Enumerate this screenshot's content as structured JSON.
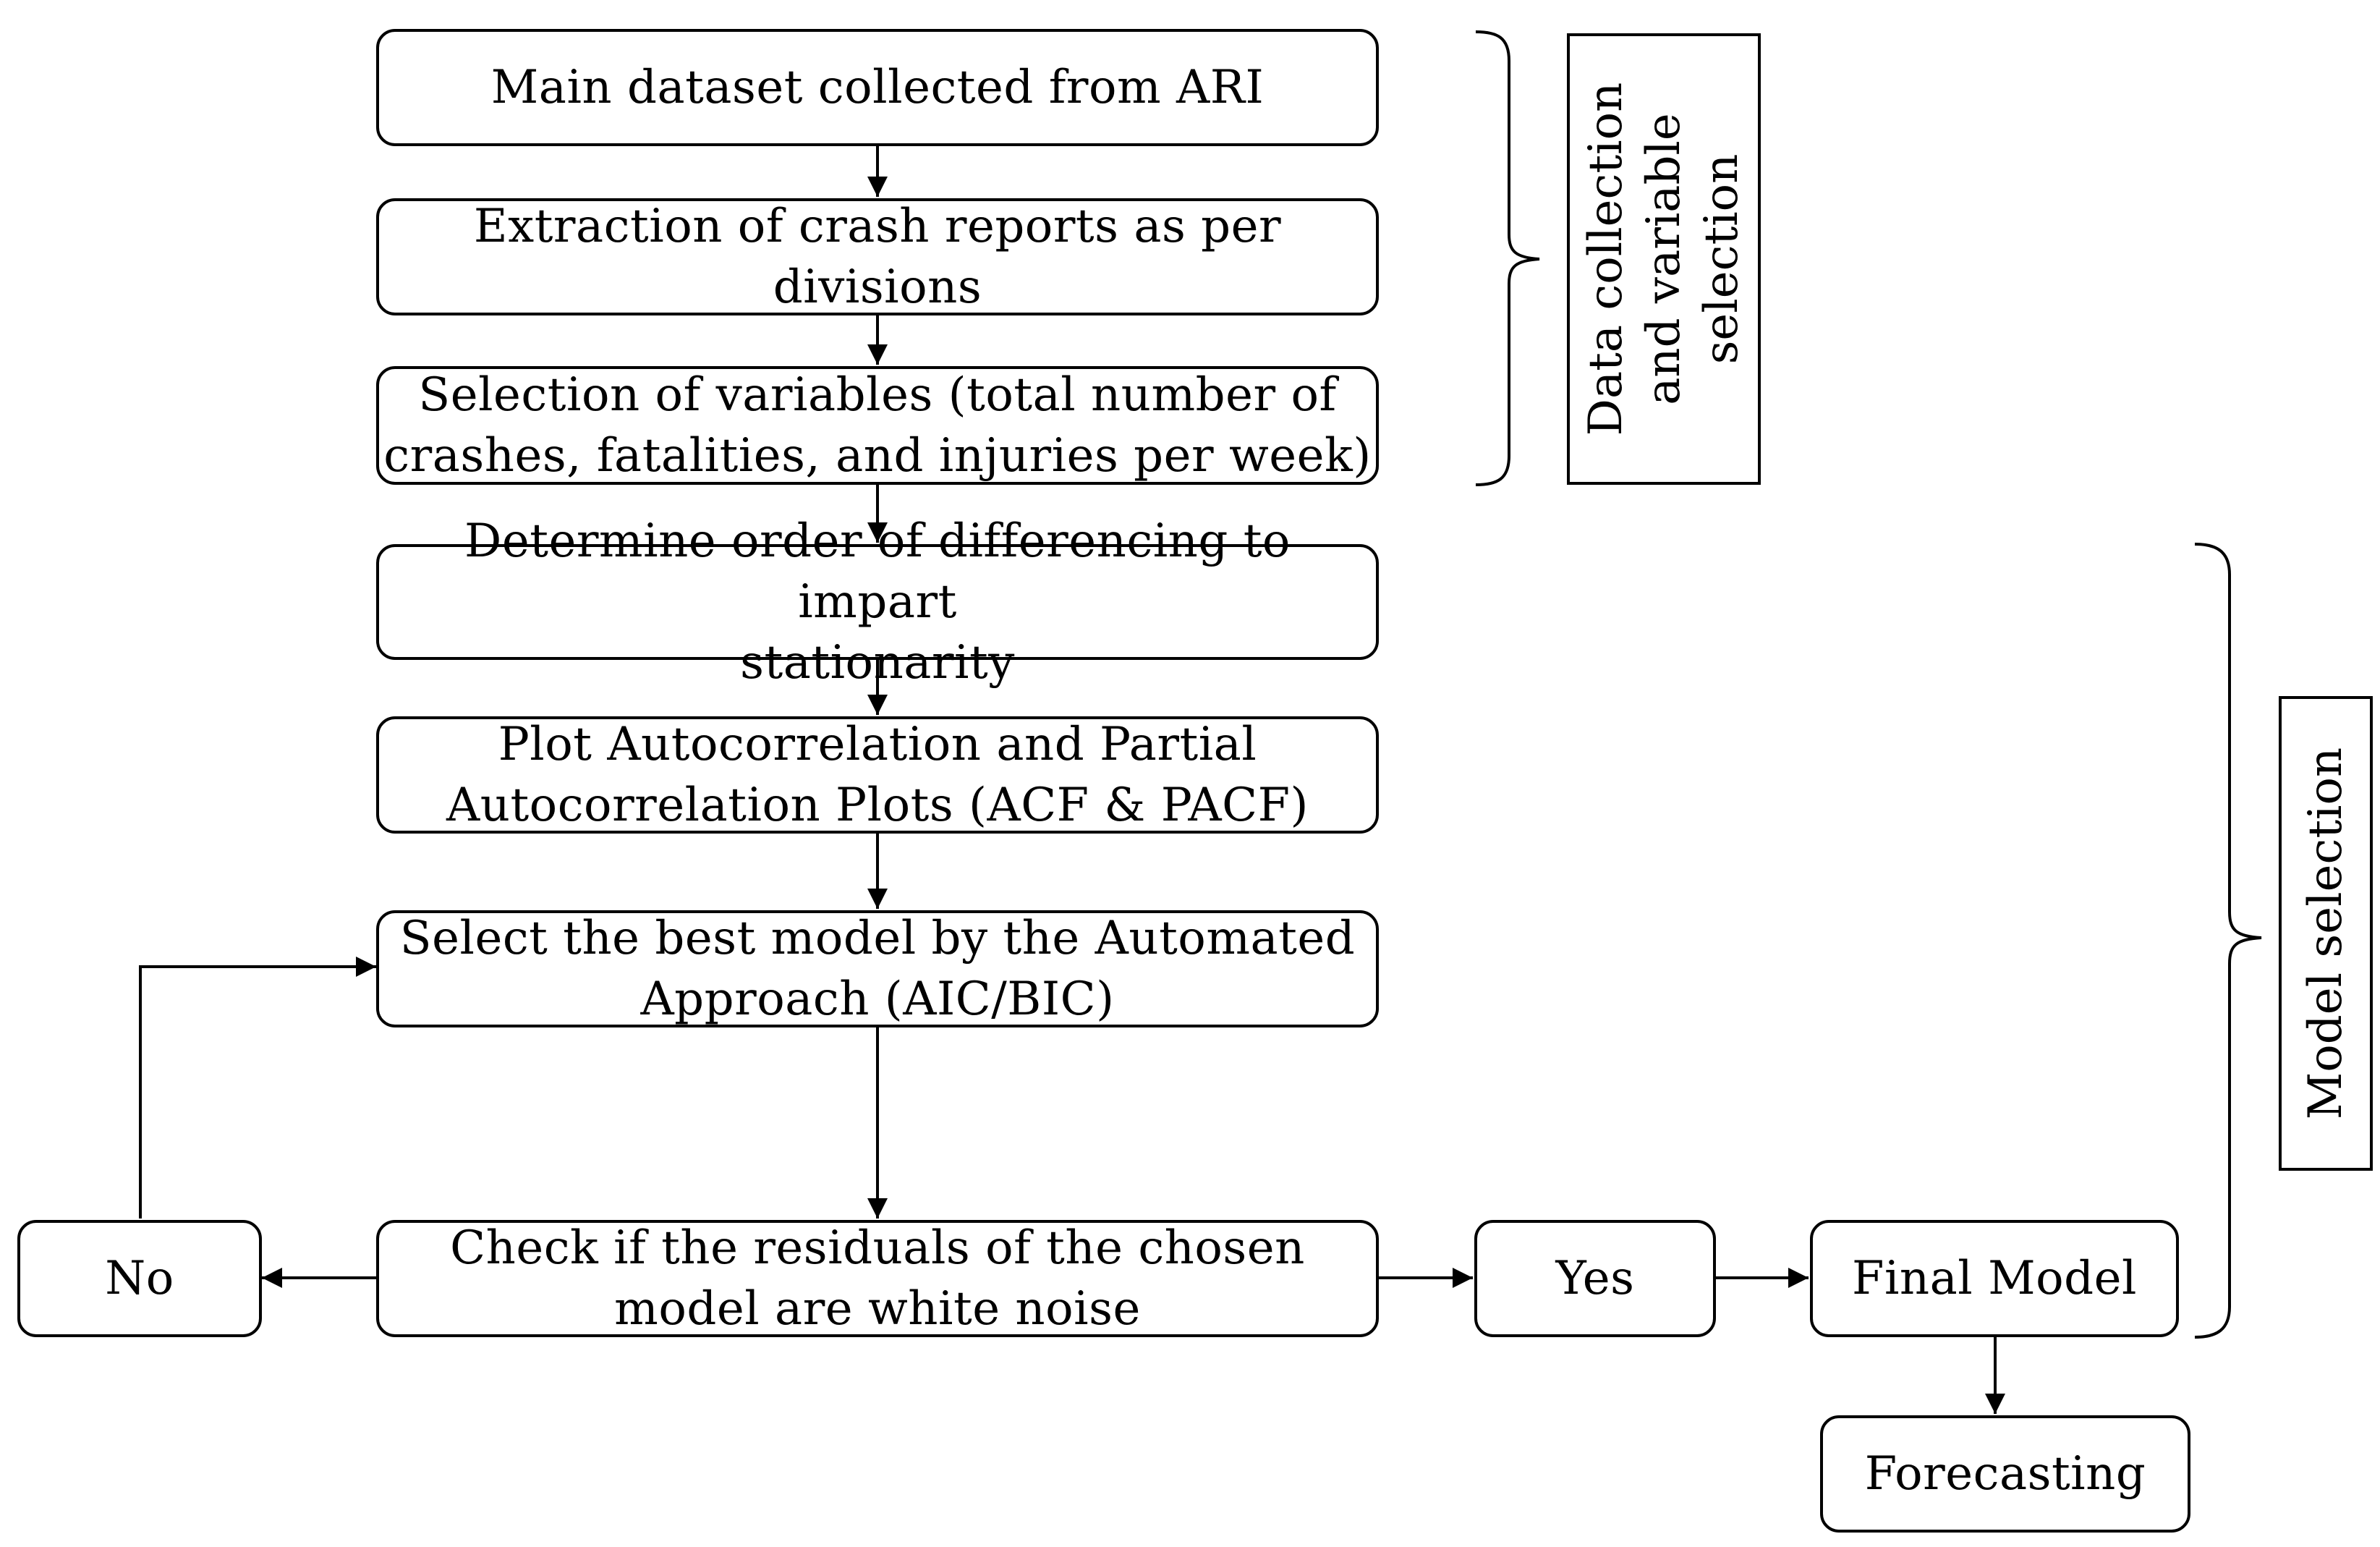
{
  "steps": {
    "s1": "Main dataset collected from ARI",
    "s2_l1": "Extraction of crash reports as per",
    "s2_l2": "divisions",
    "s3_l1": "Selection of variables (total number of",
    "s3_l2": "crashes, fatalities, and injuries per week)",
    "s4_l1": "Determine order of differencing to impart",
    "s4_l2": "stationarity",
    "s5_l1": "Plot Autocorrelation and Partial",
    "s5_l2": "Autocorrelation Plots (ACF & PACF)",
    "s6_l1": "Select the best model by the Automated",
    "s6_l2": "Approach (AIC/BIC)",
    "s7_l1": "Check if the residuals of the chosen",
    "s7_l2": "model are white noise",
    "no": "No",
    "yes": "Yes",
    "final": "Final Model",
    "forecast": "Forecasting"
  },
  "groups": {
    "data_l1": "Data collection",
    "data_l2": "and variable",
    "data_l3": "selection",
    "model": "Model selection"
  }
}
